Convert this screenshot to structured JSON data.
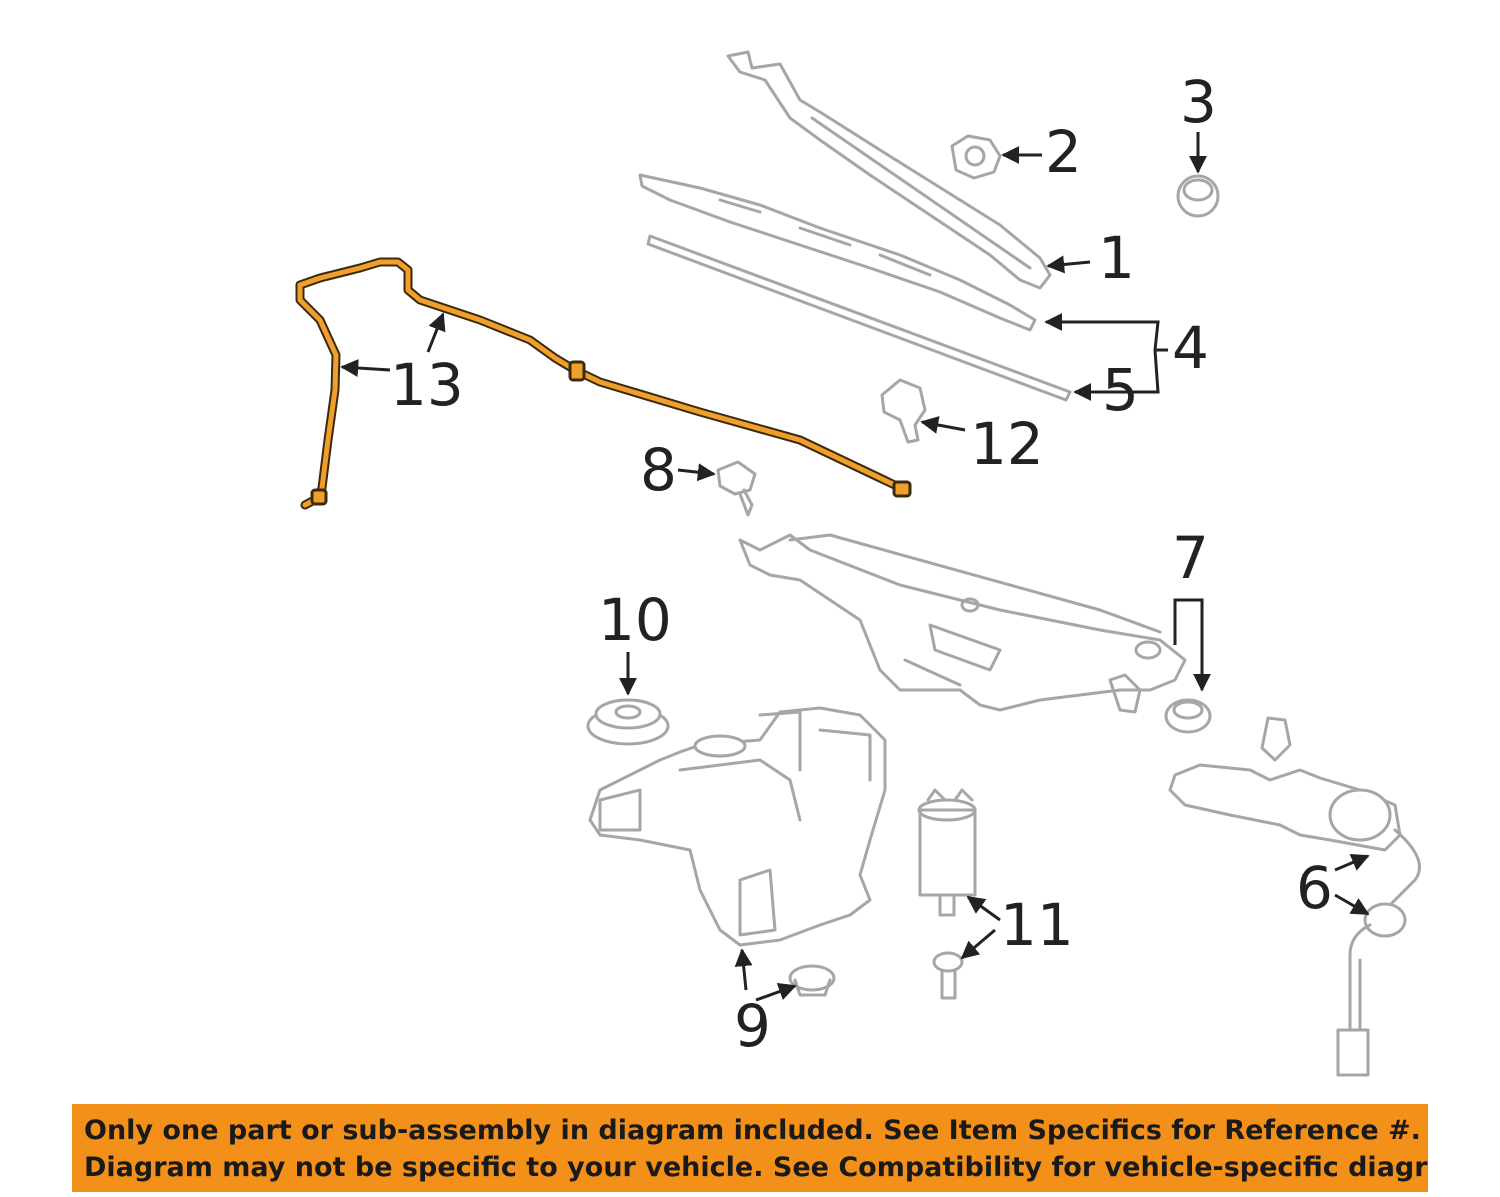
{
  "diagram": {
    "callouts": {
      "c1": "1",
      "c2": "2",
      "c3": "3",
      "c4": "4",
      "c5": "5",
      "c6": "6",
      "c7": "7",
      "c8": "8",
      "c9": "9",
      "c10": "10",
      "c11": "11",
      "c12": "12",
      "c13": "13"
    },
    "colors": {
      "highlight": "#f0a02a",
      "outline": "#a6a6a6",
      "banner": "#f39019"
    }
  },
  "notice": {
    "line1": "Only one part or sub-assembly in diagram included. See Item Specifics for Reference #.",
    "line2": "Diagram may not be specific to your vehicle. See Compatibility for vehicle-specific diagrams."
  }
}
